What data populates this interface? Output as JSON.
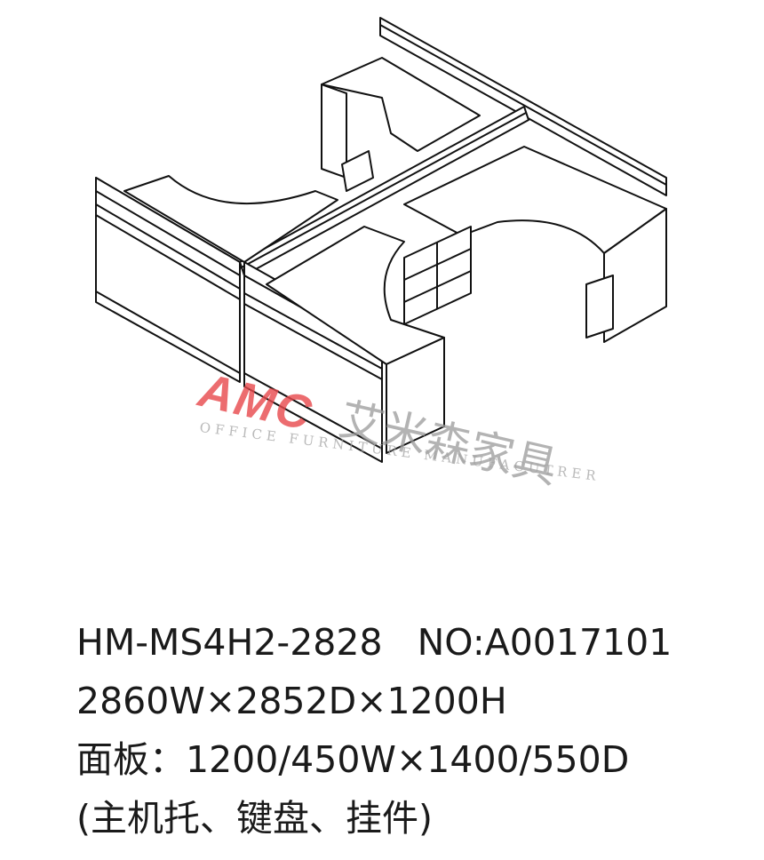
{
  "watermark": {
    "logo": "AMC",
    "brand_cn": "艾米森家具",
    "tagline": "OFFICE FURNITURE MANUFACUTRER"
  },
  "specs": {
    "model_line": "HM-MS4H2-2828   NO:A0017101",
    "dimensions": "2860W×2852D×1200H",
    "panel": "面板：1200/450W×1400/550D",
    "accessories": "(主机托、键盘、挂件)"
  },
  "colors": {
    "line": "#111111",
    "watermark_red": "#e8484c",
    "watermark_gray": "#9a9a9a"
  }
}
